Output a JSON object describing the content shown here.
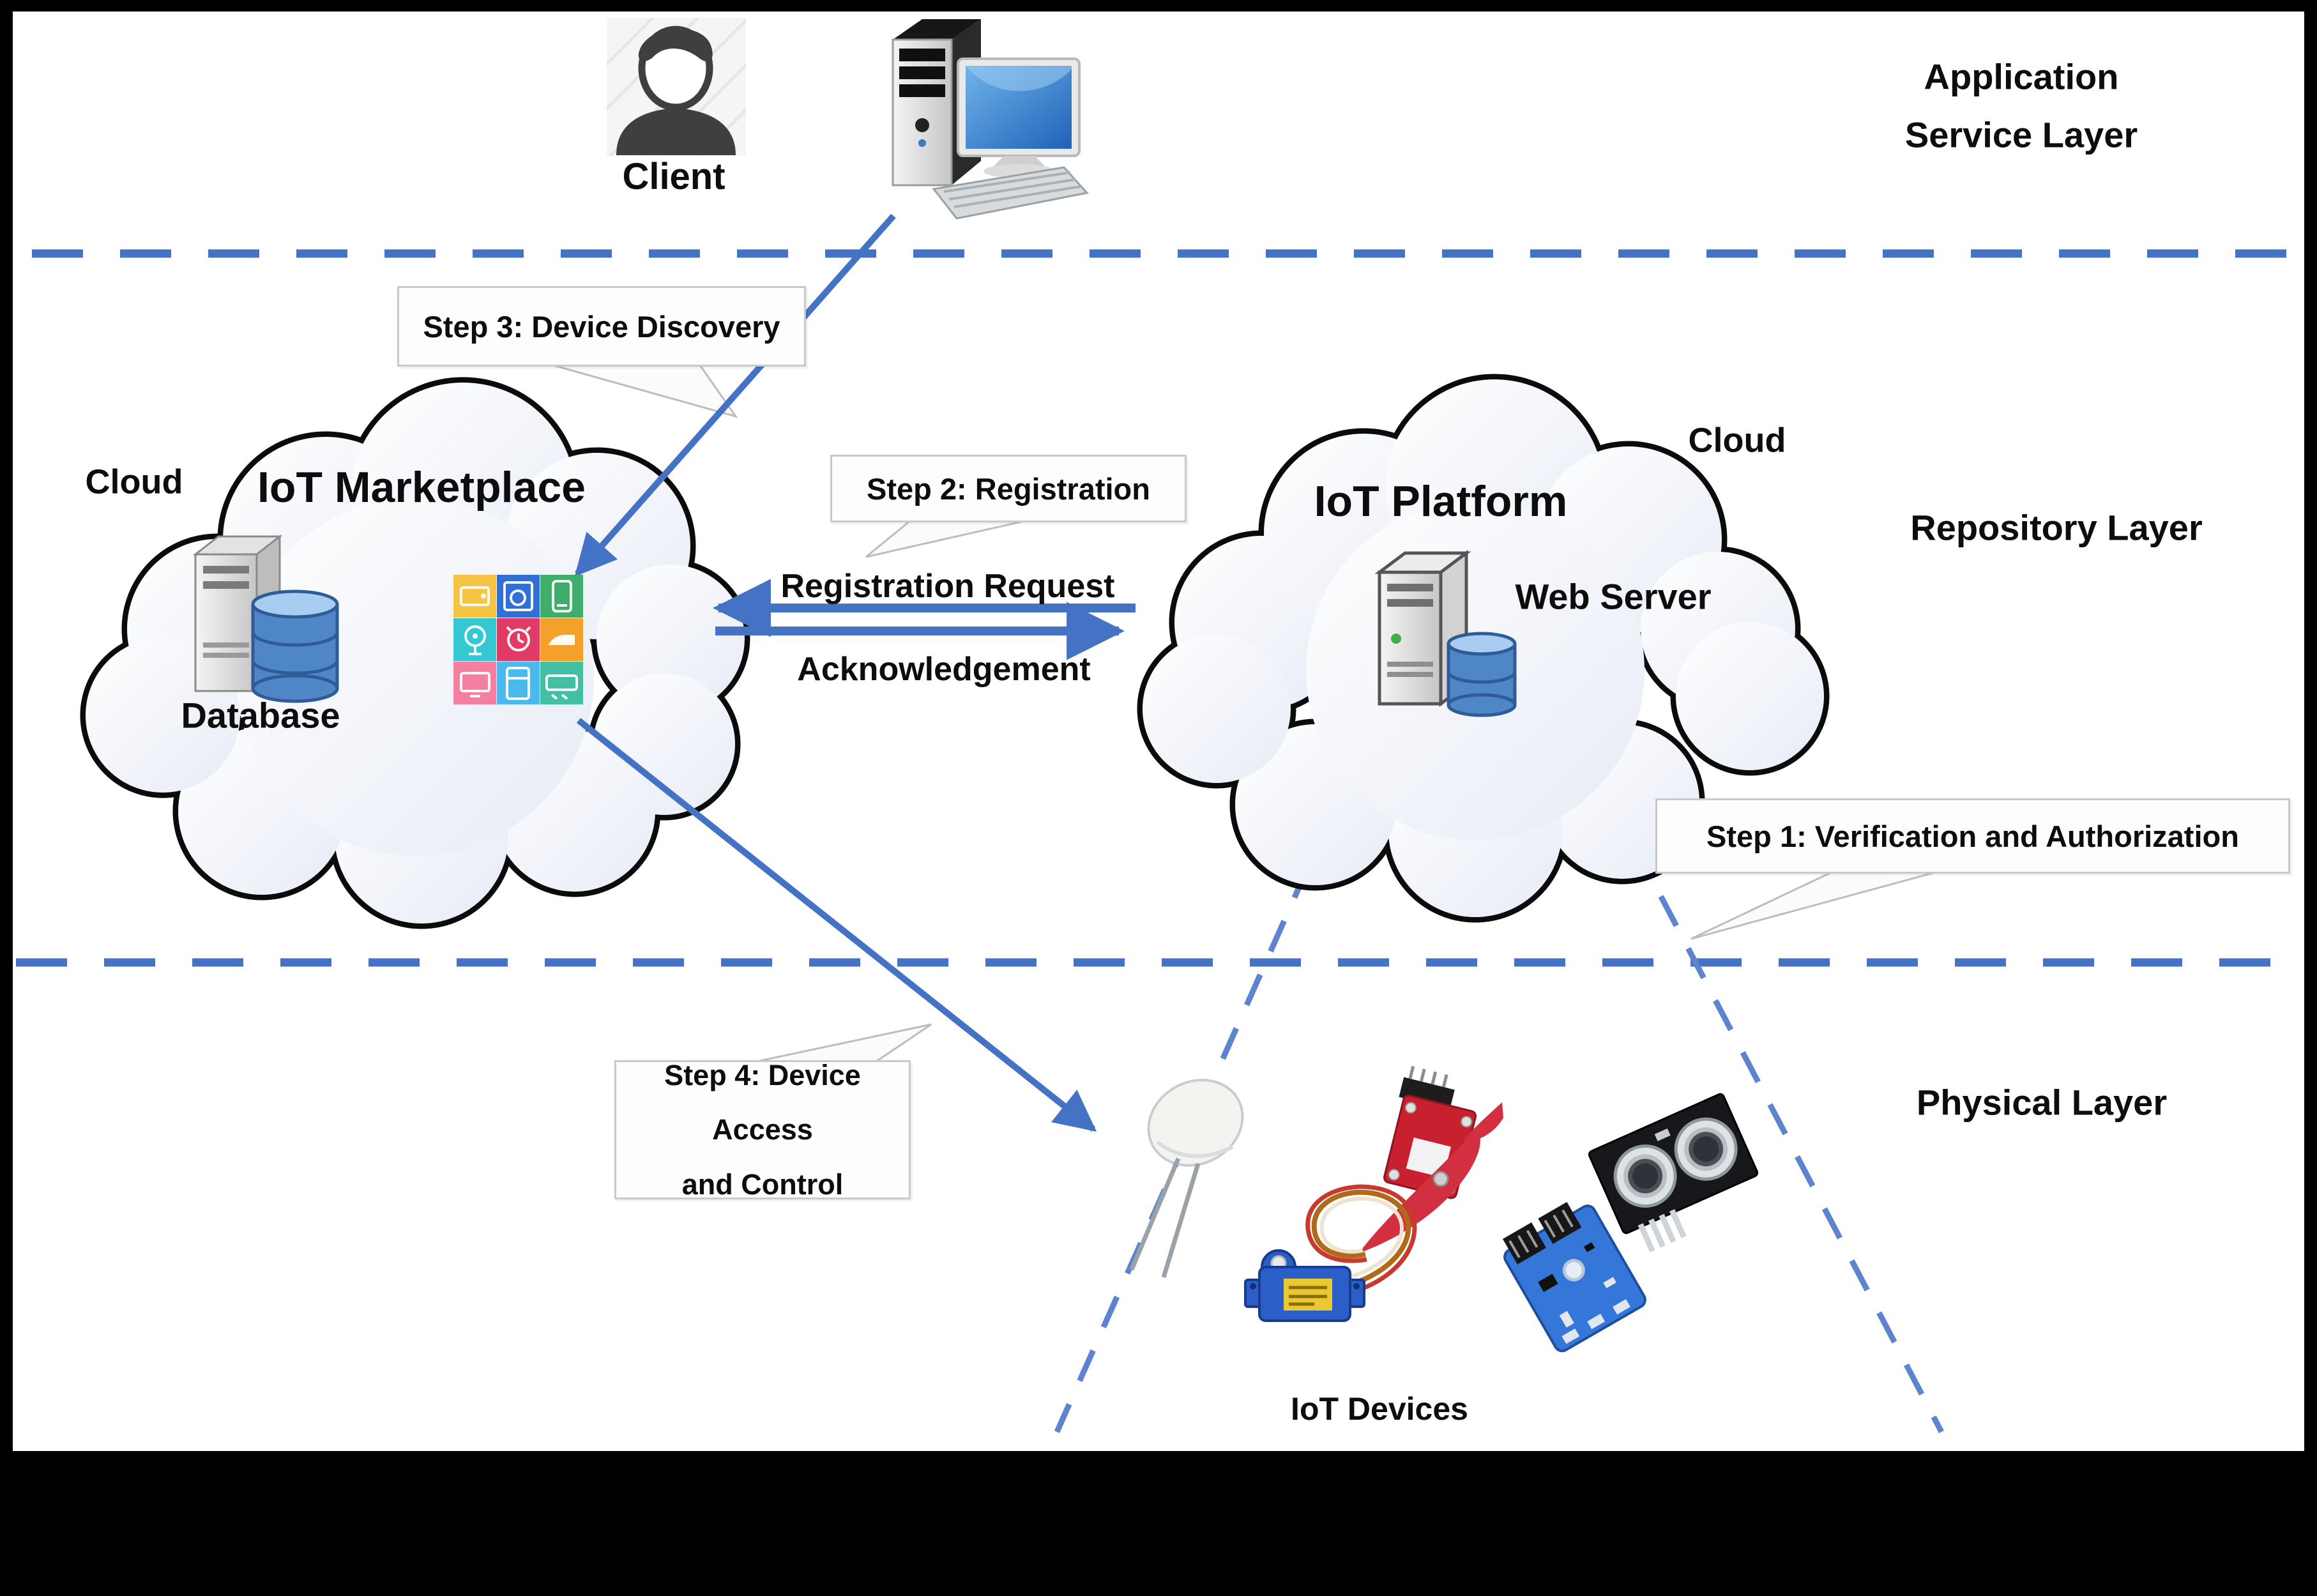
{
  "colors": {
    "accent_blue": "#4472C4",
    "diagonal_blue": "#5E84CF",
    "leader_gray": "#BDBDBD",
    "cloud_outline": "#000000",
    "frame_black": "#000000"
  },
  "layers": {
    "application": {
      "label": "Application\nService Layer"
    },
    "repository": {
      "label": "Repository Layer"
    },
    "physical": {
      "label": "Physical Layer"
    }
  },
  "client": {
    "label": "Client"
  },
  "marketplace": {
    "cloud_tag": "Cloud",
    "title": "IoT Marketplace",
    "database_label": "Database",
    "app_grid": {
      "tiles": [
        {
          "name": "microwave",
          "color": "#F6C445"
        },
        {
          "name": "washing-machine",
          "color": "#2F6FD6"
        },
        {
          "name": "smartphone",
          "color": "#3FAE6A"
        },
        {
          "name": "fan",
          "color": "#35C8D2"
        },
        {
          "name": "alarm-clock",
          "color": "#E13A64"
        },
        {
          "name": "iron",
          "color": "#F5A02B"
        },
        {
          "name": "television",
          "color": "#F47FA0"
        },
        {
          "name": "refrigerator",
          "color": "#49B9EE"
        },
        {
          "name": "air-conditioner",
          "color": "#43BFA3"
        }
      ]
    }
  },
  "platform": {
    "cloud_tag": "Cloud",
    "title": "IoT Platform",
    "server_label": "Web Server"
  },
  "steps": {
    "step1": {
      "label": "Step 1: Verification and Authorization"
    },
    "step2": {
      "label": "Step 2: Registration"
    },
    "step3": {
      "label": "Step 3: Device Discovery"
    },
    "step4": {
      "label": "Step 4: Device Access\nand Control"
    }
  },
  "messages": {
    "request": "Registration Request",
    "acknowledgement": "Acknowledgement"
  },
  "devices": {
    "label": "IoT Devices",
    "items": [
      {
        "name": "led"
      },
      {
        "name": "propeller-module"
      },
      {
        "name": "ultrasonic-sensor"
      },
      {
        "name": "servo-motor"
      },
      {
        "name": "sensor-board"
      }
    ]
  }
}
